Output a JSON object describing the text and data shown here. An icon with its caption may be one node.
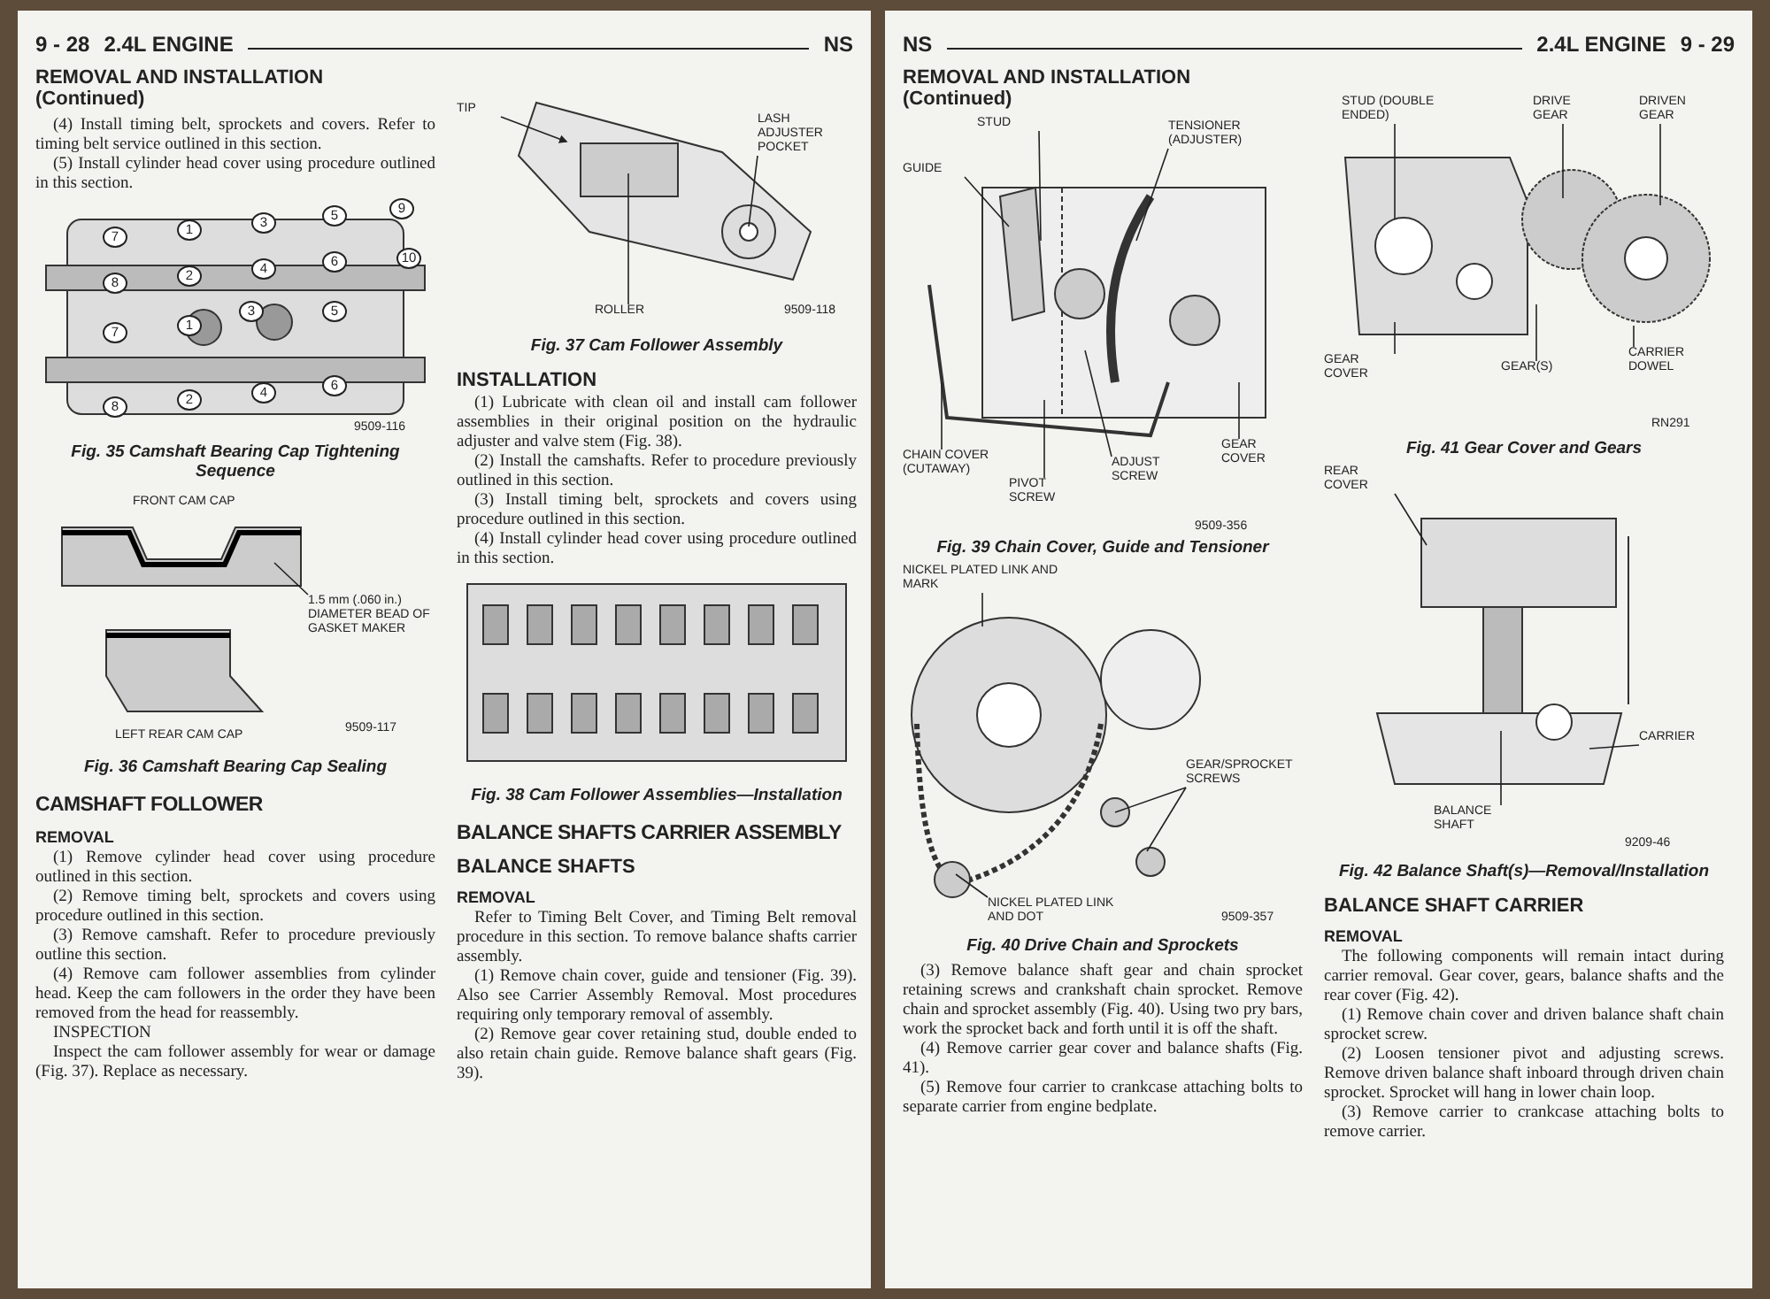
{
  "diagram": {
    "nodes": [
      {
        "text": [
          "1.5 mm (.060 in.) DIAMETER BEAD OF GASKET MAKER"
        ]
      },
      {
        "text": [
          "TIP"
        ]
      },
      {
        "text": [
          "LASH ADJUSTER POCKET"
        ]
      },
      {
        "text": [
          "ROLLER"
        ]
      },
      {
        "text": [
          "STUD"
        ]
      },
      {
        "text": [
          "GUIDE"
        ]
      },
      {
        "text": [
          "TENSIONER (ADJUSTER)"
        ]
      },
      {
        "text": [
          "CHAIN COVER (CUTAWAY)"
        ]
      },
      {
        "text": [
          "PIVOT SCREW"
        ]
      },
      {
        "text": [
          "ADJUST SCREW"
        ]
      },
      {
        "text": [
          "GEAR COVER"
        ]
      },
      {
        "text": [
          "NICKEL PLATED LINK AND MARK"
        ]
      },
      {
        "text": [
          "GEAR/SPROCKET SCREWS"
        ]
      },
      {
        "text": [
          "NICKEL PLATED LINK AND DOT"
        ]
      },
      {
        "text": [
          "STUD (DOUBLE ENDED)"
        ]
      },
      {
        "text": [
          "DRIVE GEAR"
        ]
      },
      {
        "text": [
          "DRIVEN GEAR"
        ]
      },
      {
        "text": [
          "GEAR COVER"
        ]
      },
      {
        "text": [
          "GEAR(S)"
        ]
      },
      {
        "text": [
          "CARRIER DOWEL"
        ]
      },
      {
        "text": [
          "REAR COVER"
        ]
      },
      {
        "text": [
          "CARRIER"
        ]
      },
      {
        "text": [
          "BALANCE SHAFT"
        ]
      },
      {
        "text": [],
        "shape": "picture"
      },
      {
        "text": [],
        "shape": "picture"
      },
      {
        "text": [],
        "shape": "picture"
      },
      {
        "text": [],
        "shape": "picture"
      },
      {
        "text": [],
        "shape": "picture"
      },
      {
        "text": [],
        "shape": "picture"
      }
    ],
    "edges": [
      {
        "from": 0,
        "to": 23,
        "arrow": "none"
      },
      {
        "from": 1,
        "to": 24,
        "arrow": "to"
      },
      {
        "from": 2,
        "to": 24,
        "arrow": "none"
      },
      {
        "from": 3,
        "to": 24,
        "arrow": "none"
      },
      {
        "from": 4,
        "to": 25,
        "arrow": "none"
      },
      {
        "from": 5,
        "to": 25,
        "arrow": "none"
      },
      {
        "from": 6,
        "to": 25,
        "arrow": "none"
      },
      {
        "from": 7,
        "to": 25,
        "arrow": "none"
      },
      {
        "from": 8,
        "to": 25,
        "arrow": "none"
      },
      {
        "from": 9,
        "to": 25,
        "arrow": "none"
      },
      {
        "from": 10,
        "to": 25,
        "arrow": "none"
      },
      {
        "from": 11,
        "to": 26,
        "arrow": "none"
      },
      {
        "from": 12,
        "to": 26,
        "arrow": "none"
      },
      {
        "from": 12,
        "to": 26,
        "arrow": "none"
      },
      {
        "from": 13,
        "to": 26,
        "arrow": "none"
      },
      {
        "from": 14,
        "to": 27,
        "arrow": "none"
      },
      {
        "from": 15,
        "to": 27,
        "arrow": "none"
      },
      {
        "from": 16,
        "to": 27,
        "arrow": "none"
      },
      {
        "from": 17,
        "to": 27,
        "arrow": "none"
      },
      {
        "from": 18,
        "to": 27,
        "arrow": "none"
      },
      {
        "from": 19,
        "to": 27,
        "arrow": "none"
      },
      {
        "from": 20,
        "to": 28,
        "arrow": "none"
      },
      {
        "from": 21,
        "to": 28,
        "arrow": "none"
      },
      {
        "from": 22,
        "to": 28,
        "arrow": "none"
      }
    ],
    "labels": [
      "9 - 28",
      "2.4L ENGINE",
      "NS",
      "REMOVAL AND INSTALLATION (Continued)",
      "(4) Install timing belt, sprockets and covers. Refer to timing belt service outlined in this section.",
      "(5) Install cylinder head cover using procedure outlined in this section.",
      "7",
      "1",
      "3",
      "5",
      "9",
      "10",
      "8",
      "2",
      "4",
      "6",
      "7",
      "1",
      "3",
      "5",
      "8",
      "2",
      "4",
      "6",
      "9509-116",
      "Fig. 35 Camshaft Bearing Cap Tightening Sequence",
      "FRONT CAM CAP",
      "LEFT REAR CAM CAP",
      "9509-117",
      "Fig. 36 Camshaft Bearing Cap Sealing",
      "CAMSHAFT FOLLOWER",
      "REMOVAL",
      "(1) Remove cylinder head cover using procedure outlined in this section.",
      "(2) Remove timing belt, sprockets and covers using procedure outlined in this section.",
      "(3) Remove camshaft. Refer to procedure previously outline this section.",
      "(4) Remove cam follower assemblies from cylinder head. Keep the cam followers in the order they have been removed from the head for reassembly.",
      "INSPECTION",
      "Inspect the cam follower assembly for wear or damage (Fig. 37). Replace as necessary.",
      "9509-118",
      "Fig. 37 Cam Follower Assembly",
      "INSTALLATION",
      "(1) Lubricate with clean oil and install cam follower assemblies in their original position on the hydraulic adjuster and valve stem (Fig. 38).",
      "(2) Install the camshafts. Refer to procedure previously outlined in this section.",
      "(3) Install timing belt, sprockets and covers using procedure outlined in this section.",
      "(4) Install cylinder head cover using procedure outlined in this section.",
      "Fig. 38 Cam Follower Assemblies—Installation",
      "BALANCE SHAFTS CARRIER ASSEMBLY",
      "BALANCE SHAFTS",
      "REMOVAL",
      "Refer to Timing Belt Cover, and Timing Belt removal procedure in this section. To remove balance shafts carrier assembly.",
      "(1) Remove chain cover, guide and tensioner (Fig. 39). Also see Carrier Assembly Removal. Most procedures requiring only temporary removal of assembly.",
      "(2) Remove gear cover retaining stud, double ended to also retain chain guide. Remove balance shaft gears (Fig. 39).",
      "NS",
      "2.4L ENGINE",
      "9 - 29",
      "REMOVAL AND INSTALLATION (Continued)",
      "9509-356",
      "Fig. 39 Chain Cover, Guide and Tensioner",
      "9509-357",
      "Fig. 40 Drive Chain and Sprockets",
      "(3) Remove balance shaft gear and chain sprocket retaining screws and crankshaft chain sprocket. Remove chain and sprocket assembly (Fig. 40). Using two pry bars, work the sprocket back and forth until it is off the shaft.",
      "(4) Remove carrier gear cover and balance shafts (Fig. 41).",
      "(5) Remove four carrier to crankcase attaching bolts to separate carrier from engine bedplate.",
      "RN291",
      "Fig. 41 Gear Cover and Gears",
      "9209-46",
      "Fig. 42 Balance Shaft(s)—Removal/Installation",
      "BALANCE SHAFT CARRIER",
      "REMOVAL",
      "The following components will remain intact during carrier removal. Gear cover, gears, balance shafts and the rear cover (Fig. 42).",
      "(1) Remove chain cover and driven balance shaft chain sprocket screw.",
      "(2) Loosen tensioner pivot and adjusting screws. Remove driven balance shaft inboard through driven chain sprocket. Sprocket will hang in lower chain loop.",
      "(3) Remove carrier to crankcase attaching bolts to remove carrier."
    ]
  }
}
